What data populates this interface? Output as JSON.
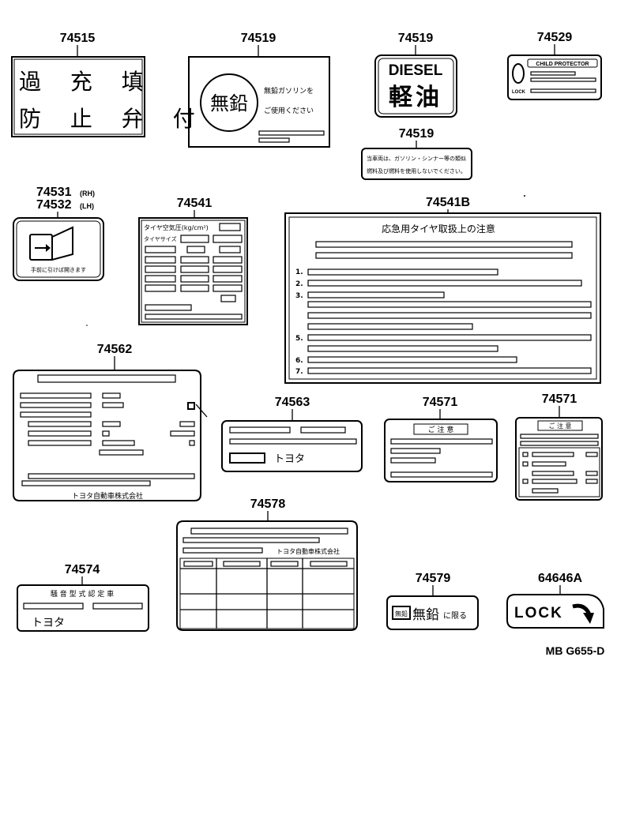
{
  "part_numbers": {
    "p74515": "74515",
    "p74519_a": "74519",
    "p74519_b": "74519",
    "p74519_c": "74519",
    "p74529": "74529",
    "p74531": "74531",
    "p74531_suffix": "(RH)",
    "p74532": "74532",
    "p74532_suffix": "(LH)",
    "p74541": "74541",
    "p74541b": "74541B",
    "p74562": "74562",
    "p74563": "74563",
    "p74571_a": "74571",
    "p74571_b": "74571",
    "p74574": "74574",
    "p74578": "74578",
    "p74579": "74579",
    "p64646a": "64646A"
  },
  "labels": {
    "overfill_line1": "過 充 填",
    "overfill_line2": "防 止 弁 付",
    "unleaded_circle": "無鉛",
    "unleaded_note1": "無鉛ガソリンを",
    "unleaded_note2": "ご使用ください",
    "diesel_en": "DIESEL",
    "diesel_jp": "軽油",
    "diesel_warn1": "当車両は、ガソリン・シンナー等の類似",
    "diesel_warn2": "燃料及び燃料を使用しないでください。",
    "child_protector": "CHILD PROTECTOR",
    "child_lock": "LOCK",
    "door_note": "手前に引けば開きます",
    "tire_pressure_title": "タイヤ空気圧(kg/cm²)",
    "tire_size": "タイヤサイズ",
    "spare_title": "応急用タイヤ取扱上の注意",
    "list_1": "1.",
    "list_2": "2.",
    "list_3": "3.",
    "list_5": "5.",
    "list_6": "6.",
    "list_7": "7.",
    "toyota_corp": "トヨタ自動車株式会社",
    "toyota": "トヨタ",
    "caution": "ご 注 意",
    "noise_cert": "騒 音 型 式 認 定 車",
    "toyota_kana": "トヨタ",
    "unleaded_only_icon": "無鉛",
    "unleaded_only_big": "無鉛",
    "unleaded_only_tail": "に限る",
    "lock": "LOCK",
    "model_code": "MB G655-D"
  }
}
